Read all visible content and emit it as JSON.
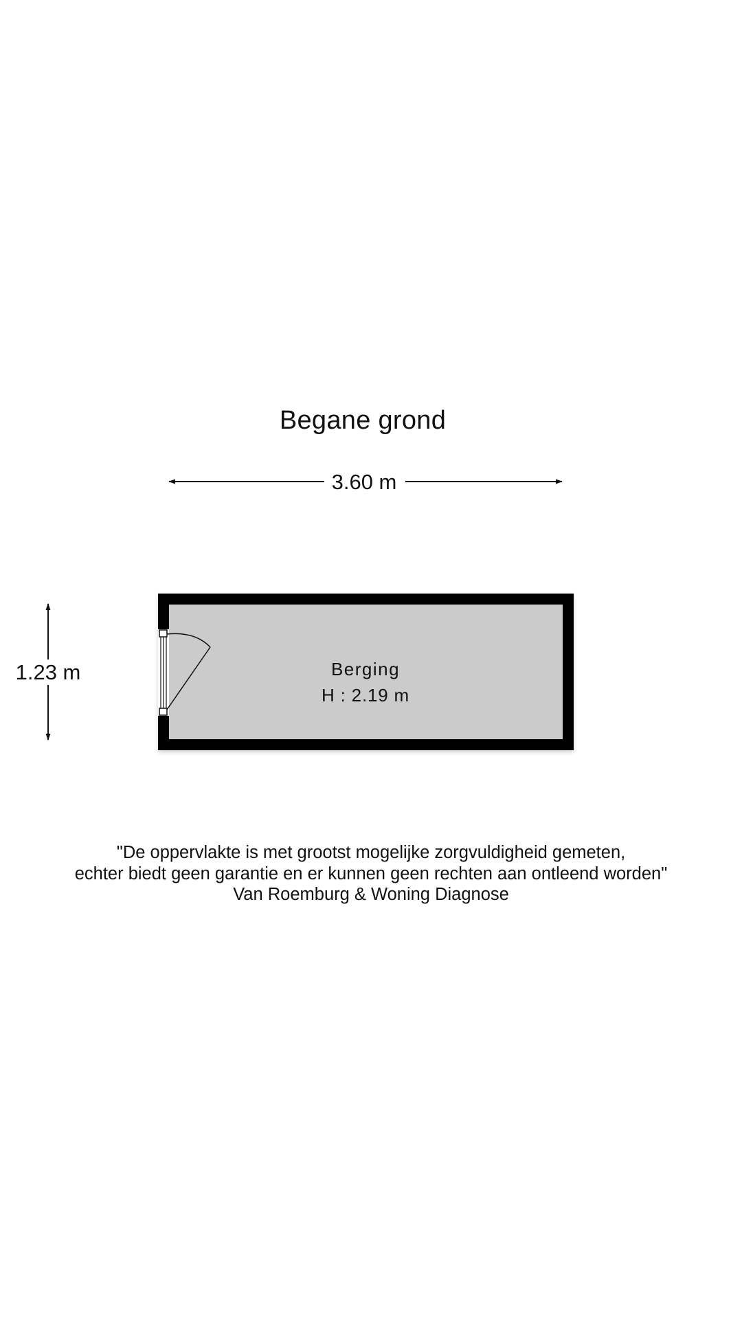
{
  "floor_title": "Begane grond",
  "dimensions": {
    "width": "3.60 m",
    "height": "1.23 m"
  },
  "room": {
    "name": "Berging",
    "height": "H : 2.19 m"
  },
  "disclaimer": {
    "line1": "\"De oppervlakte is met grootst mogelijke zorgvuldigheid gemeten,",
    "line2": "echter biedt geen garantie en er kunnen geen rechten aan ontleend worden\"",
    "line3": "Van Roemburg & Woning Diagnose"
  },
  "colors": {
    "wall": "#000000",
    "floor": "#cbcbcb",
    "text": "#111111"
  }
}
